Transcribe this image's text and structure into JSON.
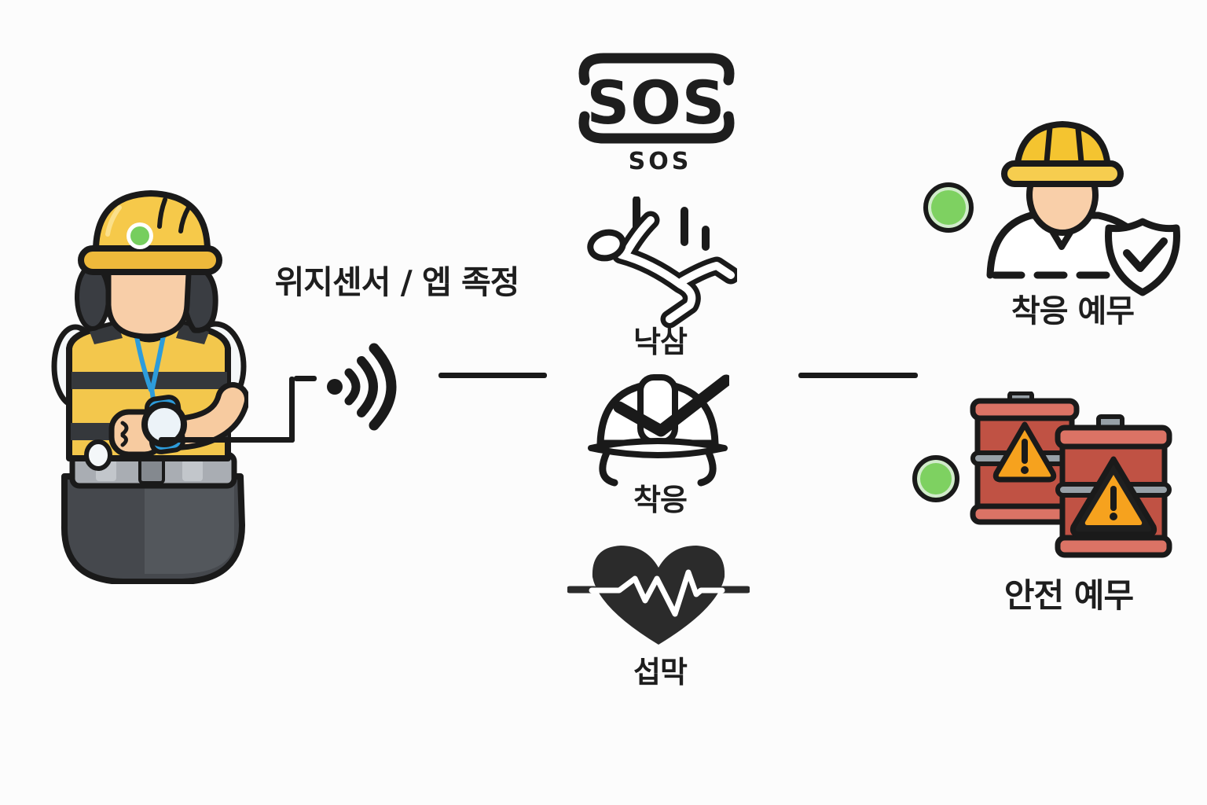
{
  "colors": {
    "background": "#FCFCFC",
    "outline": "#1A1A1A",
    "helmet_yellow": "#F4C430",
    "vest_yellow": "#F3C74C",
    "skin": "#F8CEA8",
    "accent_blue": "#2D9CDB",
    "status_green": "#7ED161",
    "barrel_red": "#C05244",
    "warning_orange": "#F6A21E"
  },
  "left": {
    "worker_icon": "construction-worker-smartwatch-illustration",
    "sensor_label": "위지센서 / 엡 족정",
    "signal_icon": "wireless-signal-icon"
  },
  "monitors": [
    {
      "icon": "sos-signal-icon",
      "big_text": "SOS",
      "label": "SOS"
    },
    {
      "icon": "falling-person-icon",
      "label": "낙삼"
    },
    {
      "icon": "helmet-check-icon",
      "label": "착응"
    },
    {
      "icon": "heart-pulse-icon",
      "label": "섭막"
    }
  ],
  "statuses": [
    {
      "icon": "worker-shield-check-icon",
      "indicator": "green-status-dot",
      "label": "착응 예무"
    },
    {
      "icon": "hazard-barrels-icon",
      "indicator": "green-status-dot",
      "label": "안전 예무"
    }
  ]
}
